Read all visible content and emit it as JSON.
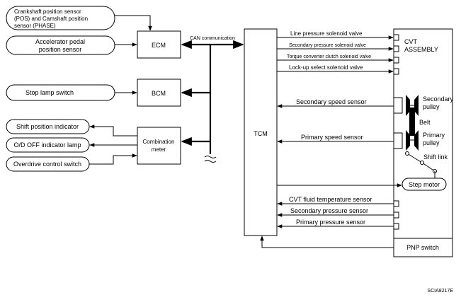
{
  "nodes": {
    "crank_sensor": [
      "Crankshaft position sensor",
      "(POS) and Camshaft position",
      "sensor (PHASE)"
    ],
    "accel_sensor": [
      "Accelerator pedal",
      "position sensor"
    ],
    "stop_lamp": "Stop lamp switch",
    "shift_indicator": "Shift position indicator",
    "od_off_lamp": "O/D OFF indicator lamp",
    "overdrive_switch": "Overdrive control switch",
    "ecm": "ECM",
    "bcm": "BCM",
    "combination_meter": [
      "Combination",
      "meter"
    ],
    "tcm": "TCM",
    "cvt_assembly": [
      "CVT",
      "ASSEMBLY"
    ],
    "pnp_switch": "PNP switch",
    "step_motor": "Step motor"
  },
  "bus_label": "CAN communication",
  "signals": {
    "line_pressure": "Line pressure solenoid valve",
    "secondary_pressure_valve": "Secondary pressure solenoid valve",
    "torque_converter": "Torque converter clutch solenoid valve",
    "lockup_select": "Lock-up select solenoid valve",
    "secondary_speed": "Secondary speed sensor",
    "primary_speed": "Primary speed sensor",
    "fluid_temp": "CVT fluid temperature sensor",
    "secondary_pressure_sensor": "Secondary pressure sensor",
    "primary_pressure_sensor": "Primary pressure sensor"
  },
  "components": {
    "secondary_pulley": [
      "Secondary",
      "pulley"
    ],
    "belt": "Belt",
    "primary_pulley": [
      "Primary",
      "pulley"
    ],
    "shift_link": "Shift link"
  },
  "figure_code": "SCIA8217E"
}
